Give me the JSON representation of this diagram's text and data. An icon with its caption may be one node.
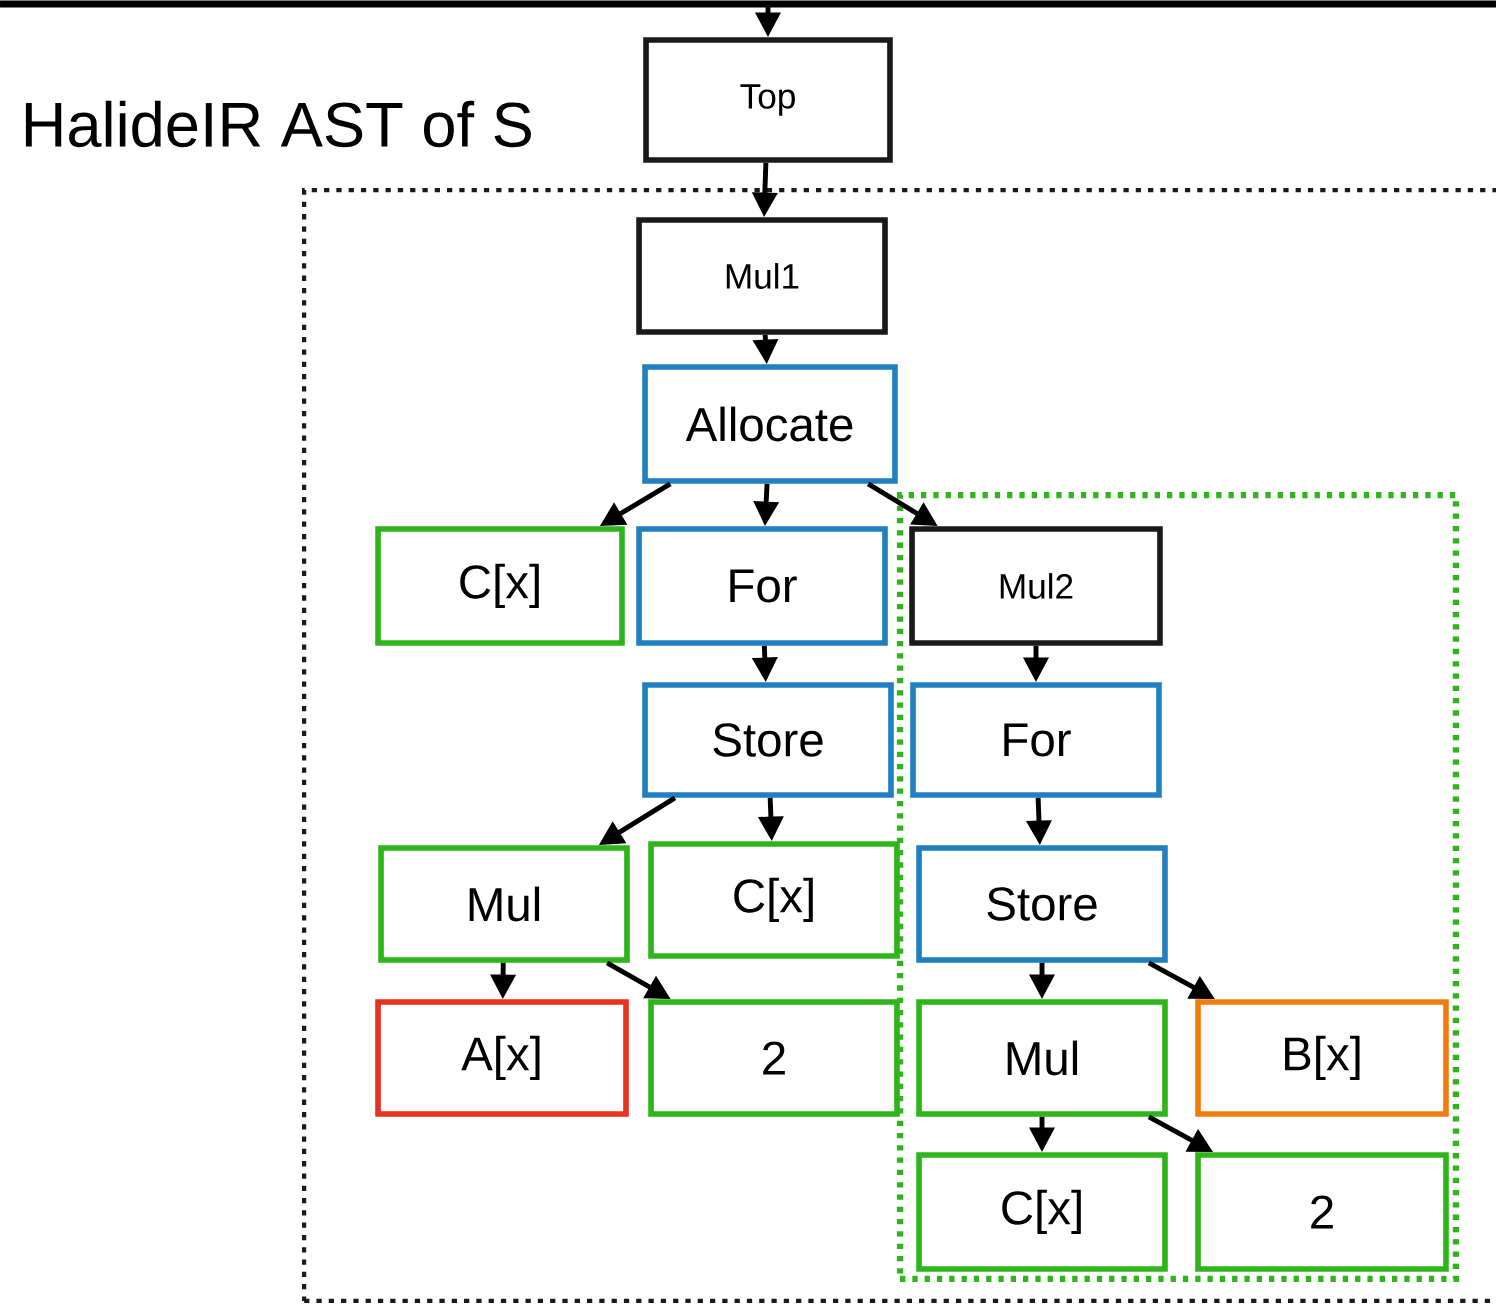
{
  "diagram": {
    "nodes": [
      {
        "text": [],
        "shape": "box"
      },
      {
        "text": [
          "Top"
        ]
      },
      {
        "text": [
          "Mul1"
        ],
        "in": 0
      },
      {
        "text": [
          "Allocate"
        ],
        "in": 0
      },
      {
        "text": [
          "C[x]"
        ],
        "in": 0
      },
      {
        "text": [
          "For"
        ],
        "in": 0
      },
      {
        "text": [],
        "shape": "box",
        "in": 0
      },
      {
        "text": [
          "Mul2"
        ],
        "in": 6
      },
      {
        "text": [
          "Store"
        ],
        "in": 0
      },
      {
        "text": [
          "For"
        ],
        "in": 6
      },
      {
        "text": [
          "Mul"
        ],
        "in": 0
      },
      {
        "text": [
          "C[x]"
        ],
        "in": 0
      },
      {
        "text": [
          "Store"
        ],
        "in": 6
      },
      {
        "text": [
          "A[x]"
        ],
        "in": 0
      },
      {
        "text": [
          "2"
        ],
        "in": 0
      },
      {
        "text": [
          "Mul"
        ],
        "in": 6
      },
      {
        "text": [
          "B[x]"
        ],
        "in": 6
      },
      {
        "text": [
          "C[x]"
        ],
        "in": 6
      },
      {
        "text": [
          "2"
        ],
        "in": 6
      }
    ],
    "edges": [
      {
        "from": null,
        "to": 1,
        "arrow": "to"
      },
      {
        "from": 1,
        "to": 2,
        "arrow": "to"
      },
      {
        "from": 2,
        "to": 3,
        "arrow": "to"
      },
      {
        "from": 3,
        "to": 4,
        "arrow": "to"
      },
      {
        "from": 3,
        "to": 5,
        "arrow": "to"
      },
      {
        "from": 3,
        "to": 7,
        "arrow": "to"
      },
      {
        "from": 5,
        "to": 8,
        "arrow": "to"
      },
      {
        "from": 7,
        "to": 9,
        "arrow": "to"
      },
      {
        "from": 8,
        "to": 10,
        "arrow": "to"
      },
      {
        "from": 8,
        "to": 11,
        "arrow": "to"
      },
      {
        "from": 9,
        "to": 12,
        "arrow": "to"
      },
      {
        "from": 10,
        "to": 13,
        "arrow": "to"
      },
      {
        "from": 10,
        "to": 14,
        "arrow": "to"
      },
      {
        "from": 12,
        "to": 15,
        "arrow": "to"
      },
      {
        "from": 12,
        "to": 16,
        "arrow": "to"
      },
      {
        "from": 15,
        "to": 17,
        "arrow": "to"
      },
      {
        "from": 15,
        "to": 18,
        "arrow": "to"
      }
    ],
    "labels": [
      "HalideIR AST of S"
    ]
  }
}
